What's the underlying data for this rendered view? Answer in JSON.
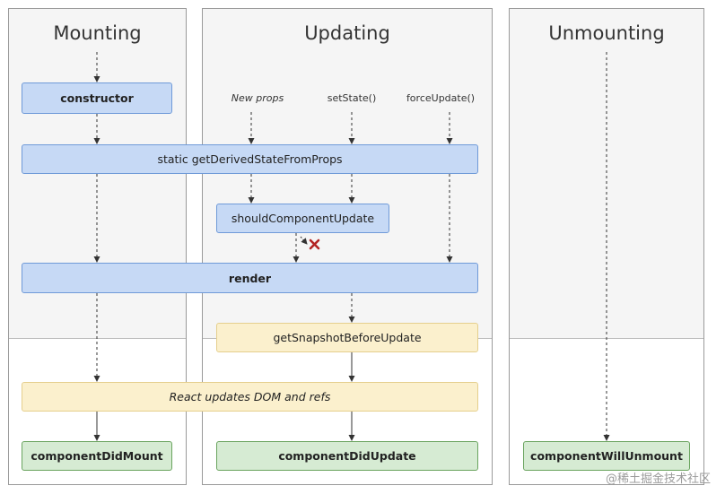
{
  "columns": {
    "mounting": "Mounting",
    "updating": "Updating",
    "unmounting": "Unmounting"
  },
  "triggers": {
    "new_props": "New props",
    "set_state": "setState()",
    "force_update": "forceUpdate()"
  },
  "methods": {
    "constructor": "constructor",
    "get_derived_state": "static getDerivedStateFromProps",
    "should_update": "shouldComponentUpdate",
    "render": "render",
    "get_snapshot": "getSnapshotBeforeUpdate",
    "dom_update": "React updates DOM and refs",
    "did_mount": "componentDidMount",
    "did_update": "componentDidUpdate",
    "will_unmount": "componentWillUnmount"
  },
  "watermark": "@稀土掘金技术社区",
  "colors": {
    "blue_fill": "#c6d9f5",
    "yellow_fill": "#fbf0cd",
    "green_fill": "#d6ebd3"
  }
}
